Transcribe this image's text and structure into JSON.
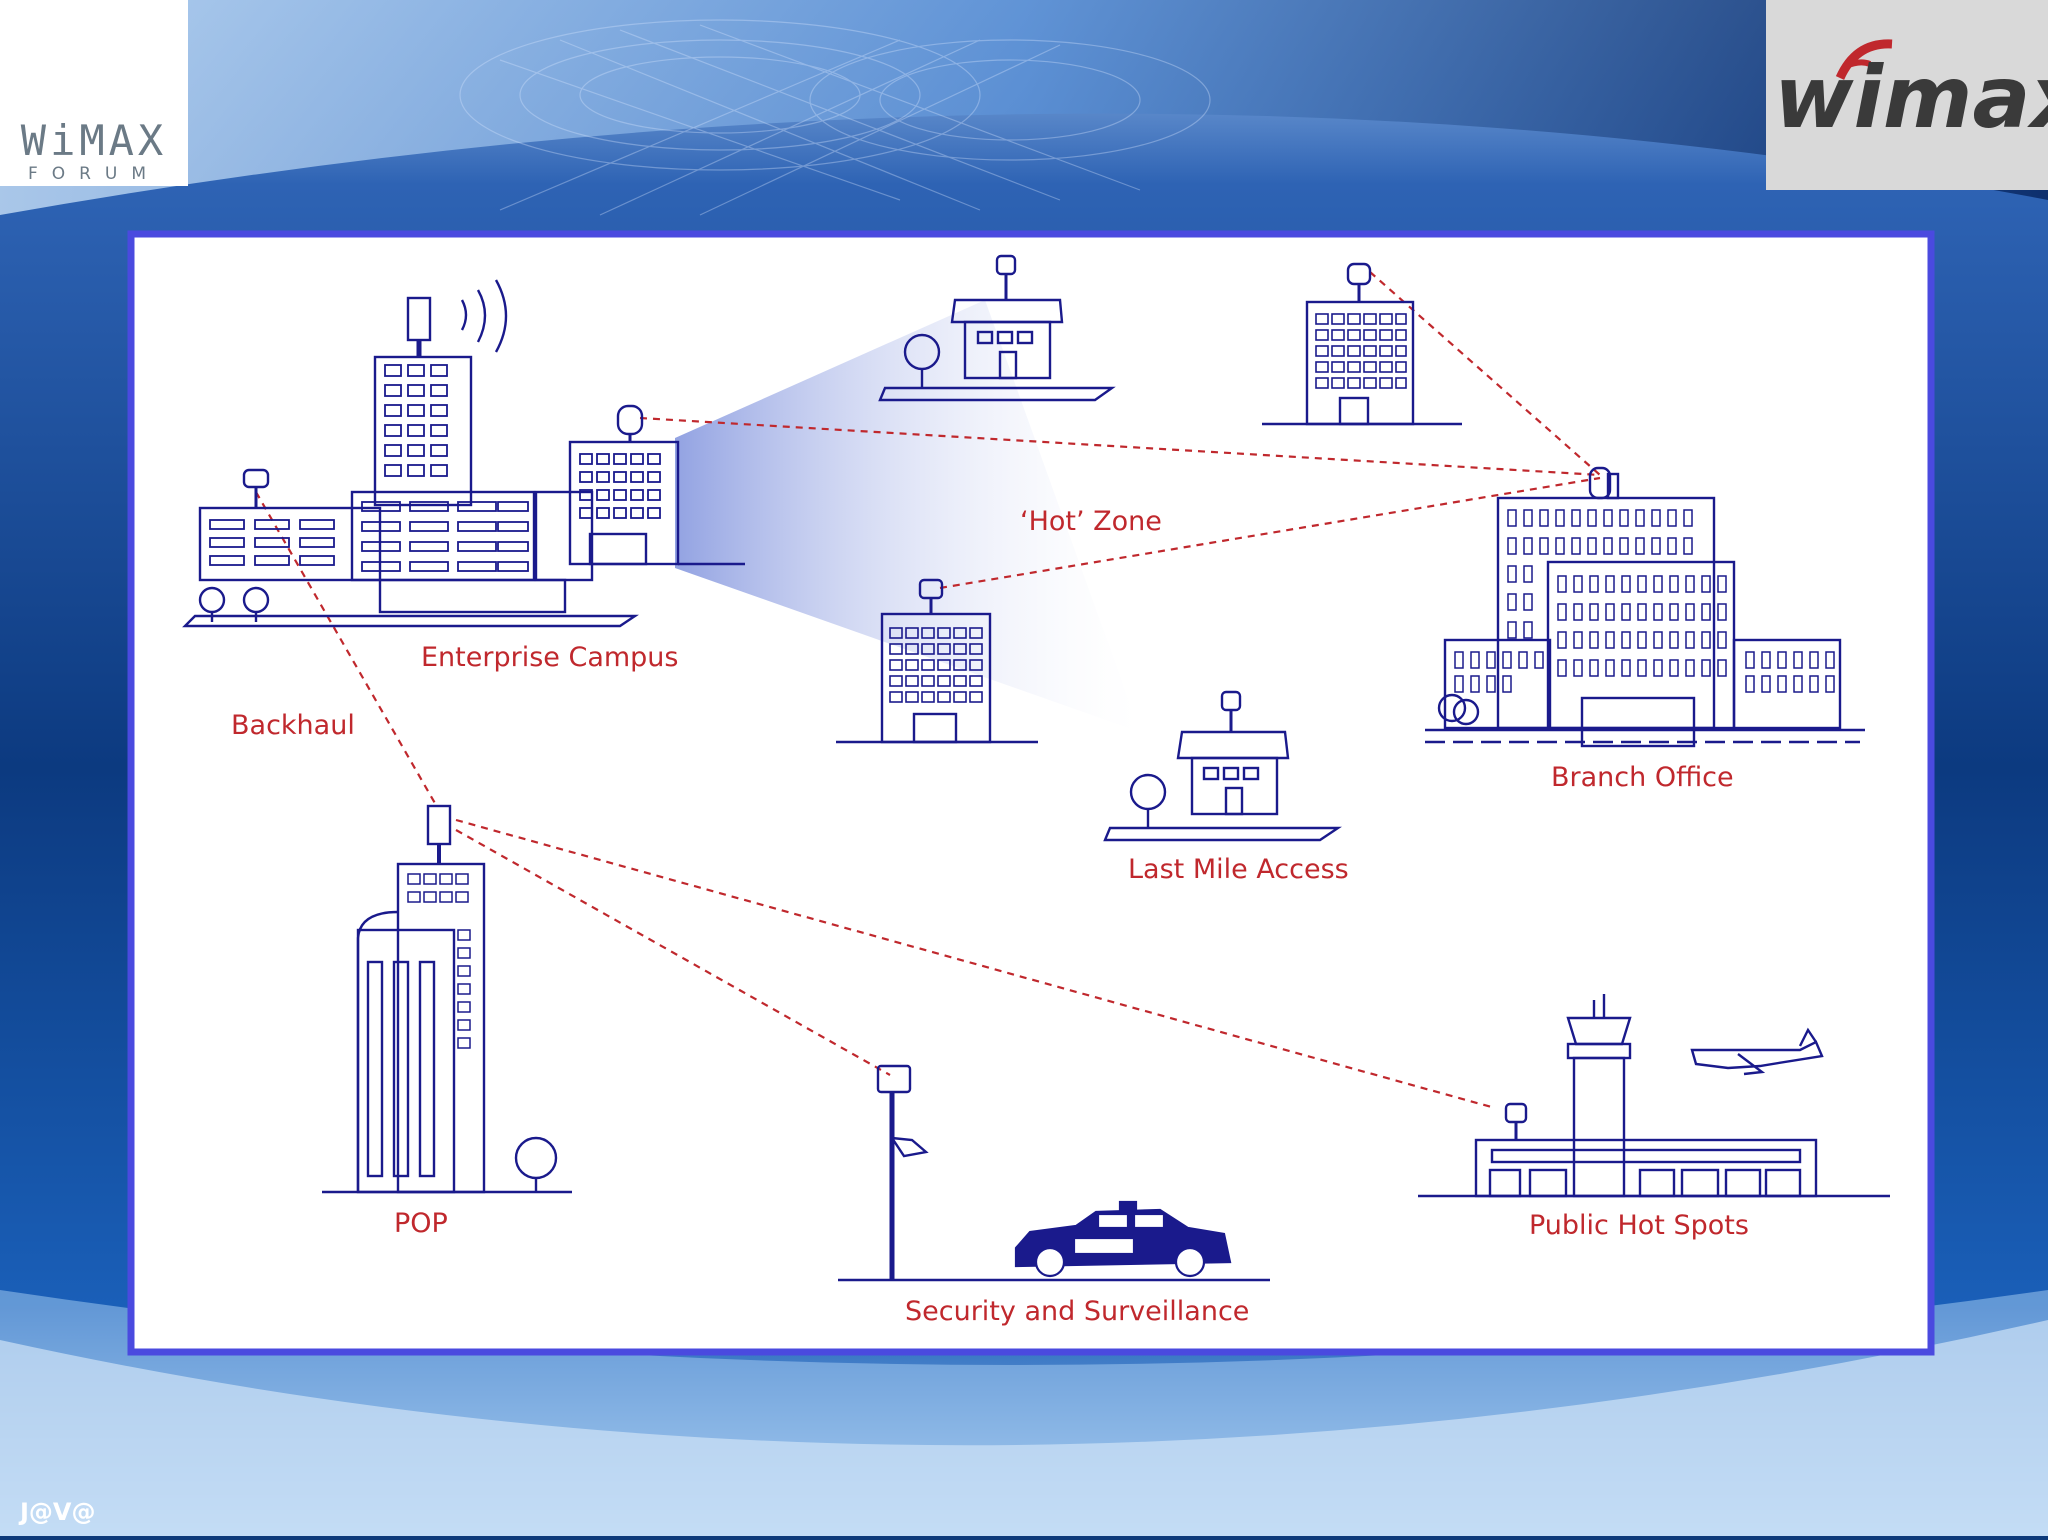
{
  "logos": {
    "forum_wordmark": "WiMAX",
    "forum_sub": "FORUM",
    "wimax_wordmark": "wimax"
  },
  "labels": {
    "hot_zone": "‘Hot’ Zone",
    "enterprise_campus": "Enterprise Campus",
    "backhaul": "Backhaul",
    "branch_office": "Branch Office",
    "last_mile_access": "Last Mile Access",
    "pop": "POP",
    "security": "Security and Surveillance",
    "public_hot_spots": "Public Hot Spots"
  },
  "footer": "J@V@",
  "colors": {
    "line_art": "#1a1a8c",
    "link_red": "#c0282d",
    "panel_border": "#4a4adf",
    "background": "#0d3a7a"
  }
}
